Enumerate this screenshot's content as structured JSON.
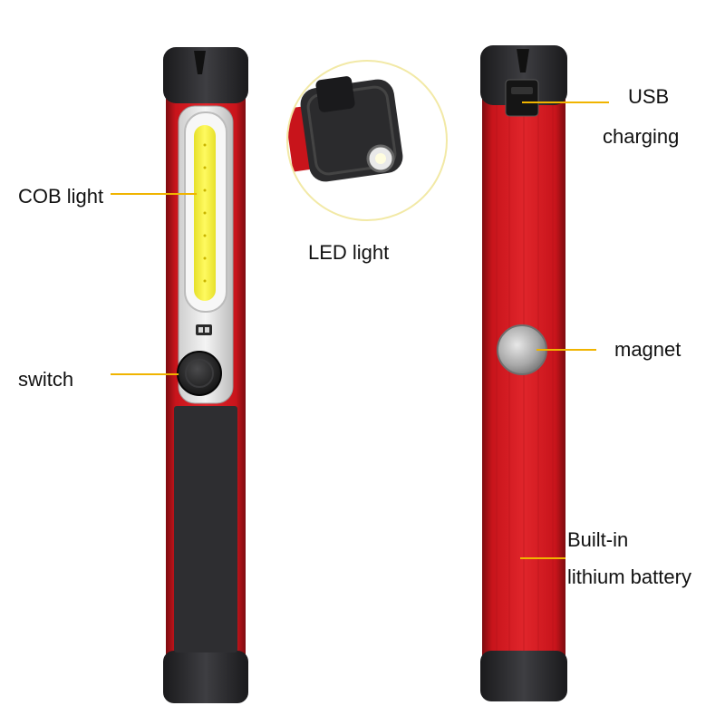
{
  "labels": {
    "cob_light": "COB light",
    "switch": "switch",
    "led_light": "LED light",
    "usb_line1": "USB",
    "usb_line2": "charging",
    "magnet": "magnet",
    "battery_line1": "Built-in",
    "battery_line2": "lithium battery"
  },
  "colors": {
    "body_red": "#c8141b",
    "cap_black": "#2c2c2e",
    "leader_line": "#f0b400",
    "cob_yellow": "#f6f23a",
    "magnet_silver": "#b9b9b9"
  }
}
